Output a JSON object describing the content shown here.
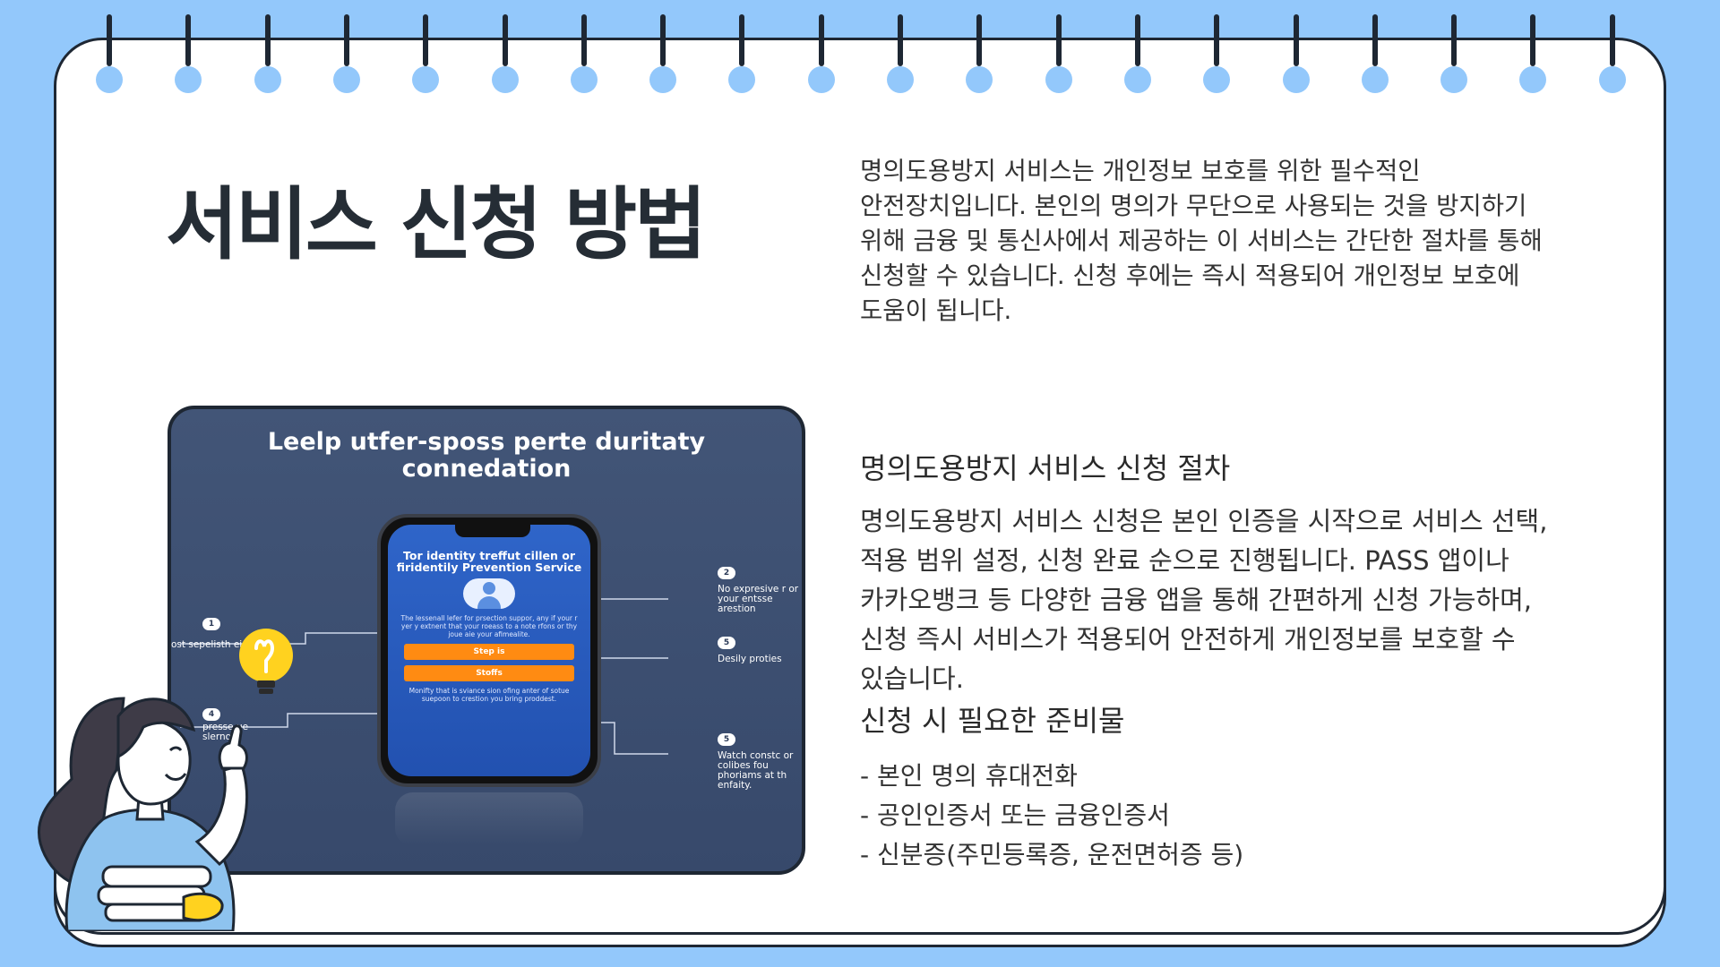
{
  "slide": {
    "title": "서비스 신청 방법",
    "intro": "명의도용방지 서비스는 개인정보 보호를 위한 필수적인 안전장치입니다. 본인의 명의가 무단으로 사용되는 것을 방지하기 위해 금융 및 통신사에서 제공하는 이 서비스는 간단한 절차를 통해 신청할 수 있습니다. 신청 후에는 즉시 적용되어 개인정보 보호에 도움이 됩니다.",
    "section_procedure": {
      "heading": "명의도용방지 서비스 신청 절차",
      "body": "명의도용방지 서비스 신청은 본인 인증을 시작으로 서비스 선택, 적용 범위 설정, 신청 완료 순으로 진행됩니다. PASS 앱이나 카카오뱅크 등 다양한 금융 앱을 통해 간편하게 신청 가능하며, 신청 즉시 서비스가 적용되어 안전하게 개인정보를 보호할 수 있습니다."
    },
    "section_requirements": {
      "heading": "신청 시 필요한 준비물",
      "items": [
        "- 본인 명의 휴대전화",
        "- 공인인증서 또는 금융인증서",
        "- 신분증(주민등록증, 운전면허증 등)"
      ]
    }
  },
  "illustration": {
    "title_line1": "Leelp utfer-sposs perte duritaty",
    "title_line2": "connedation",
    "phone": {
      "title": "Tor identity treffut cillen or firidentily Prevention Service",
      "note1": "The lessenall lefer for prsection suppor, any if your r yer y extnent that your roeass to a note rfons or thy joue aie your afimealite.",
      "button1": "Step is",
      "button2": "Stoffs",
      "note2": "Monifty that is sviance sion ofing anter of sotue suepoon to crestion you bring proddest."
    },
    "callouts": [
      {
        "num": "1",
        "text": "ost sepelisth eir youre de"
      },
      {
        "num": "2",
        "text": "No expresive r or your entsse arestion"
      },
      {
        "num": "5",
        "text": "Desily proties"
      },
      {
        "num": "4",
        "text": "presse ue slerno"
      },
      {
        "num": "5",
        "text": "Watch constc or colibes fou phoriams at th enfaity."
      }
    ]
  },
  "colors": {
    "background": "#93c8fb",
    "page": "#ffffff",
    "outline": "#1e2733",
    "panel": "#3d5072",
    "button": "#ff8b12",
    "bulb": "#ffd21f"
  }
}
